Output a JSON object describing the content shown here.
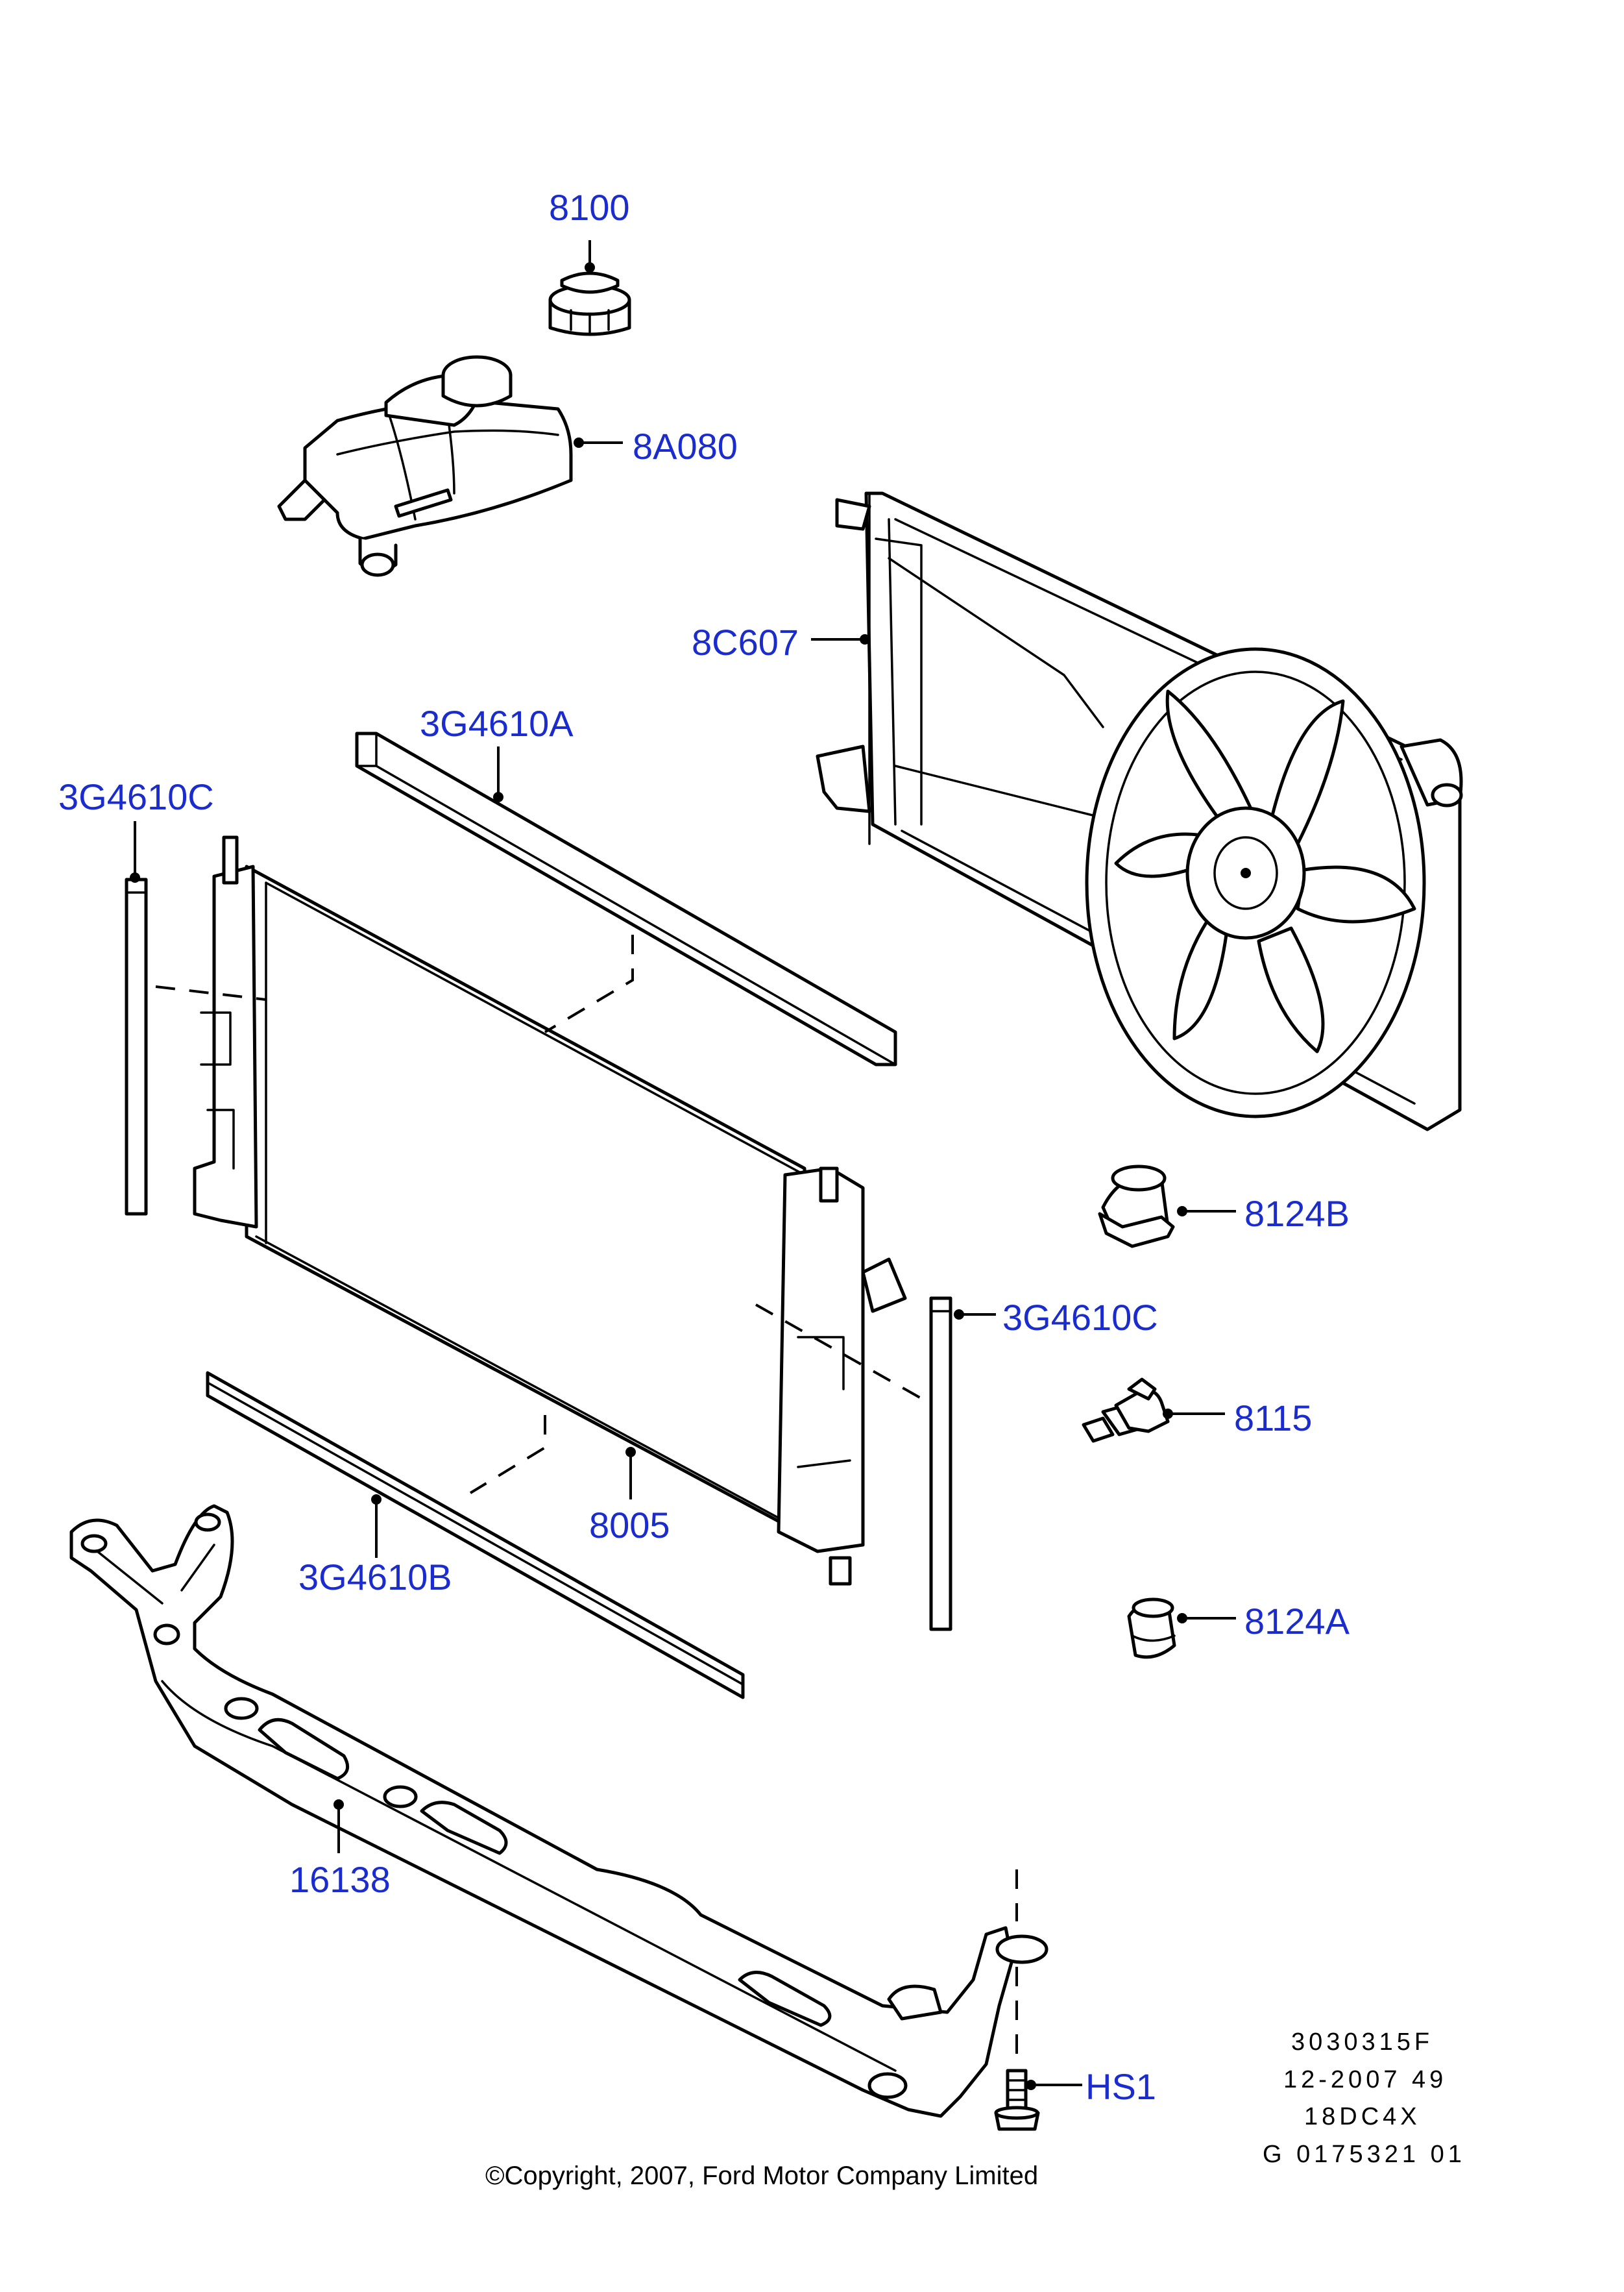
{
  "callouts": {
    "cap": "8100",
    "reservoir": "8A080",
    "shroud": "8C607",
    "seal_top": "3G4610A",
    "seal_left": "3G4610C",
    "seal_right": "3G4610C",
    "seal_bottom": "3G4610B",
    "radiator": "8005",
    "bracket": "16138",
    "bushing_b": "8124B",
    "sensor": "8115",
    "bushing_a": "8124A",
    "bolt": "HS1"
  },
  "drawing_code": {
    "line1": "3030315F",
    "line2": "12-2007 49",
    "line3": "18DC4X",
    "line4": "G 0175321 01"
  },
  "copyright": "©Copyright, 2007, Ford Motor Company Limited",
  "colors": {
    "callout_text": "#1b2ccf",
    "line": "#000000",
    "background": "#ffffff"
  }
}
